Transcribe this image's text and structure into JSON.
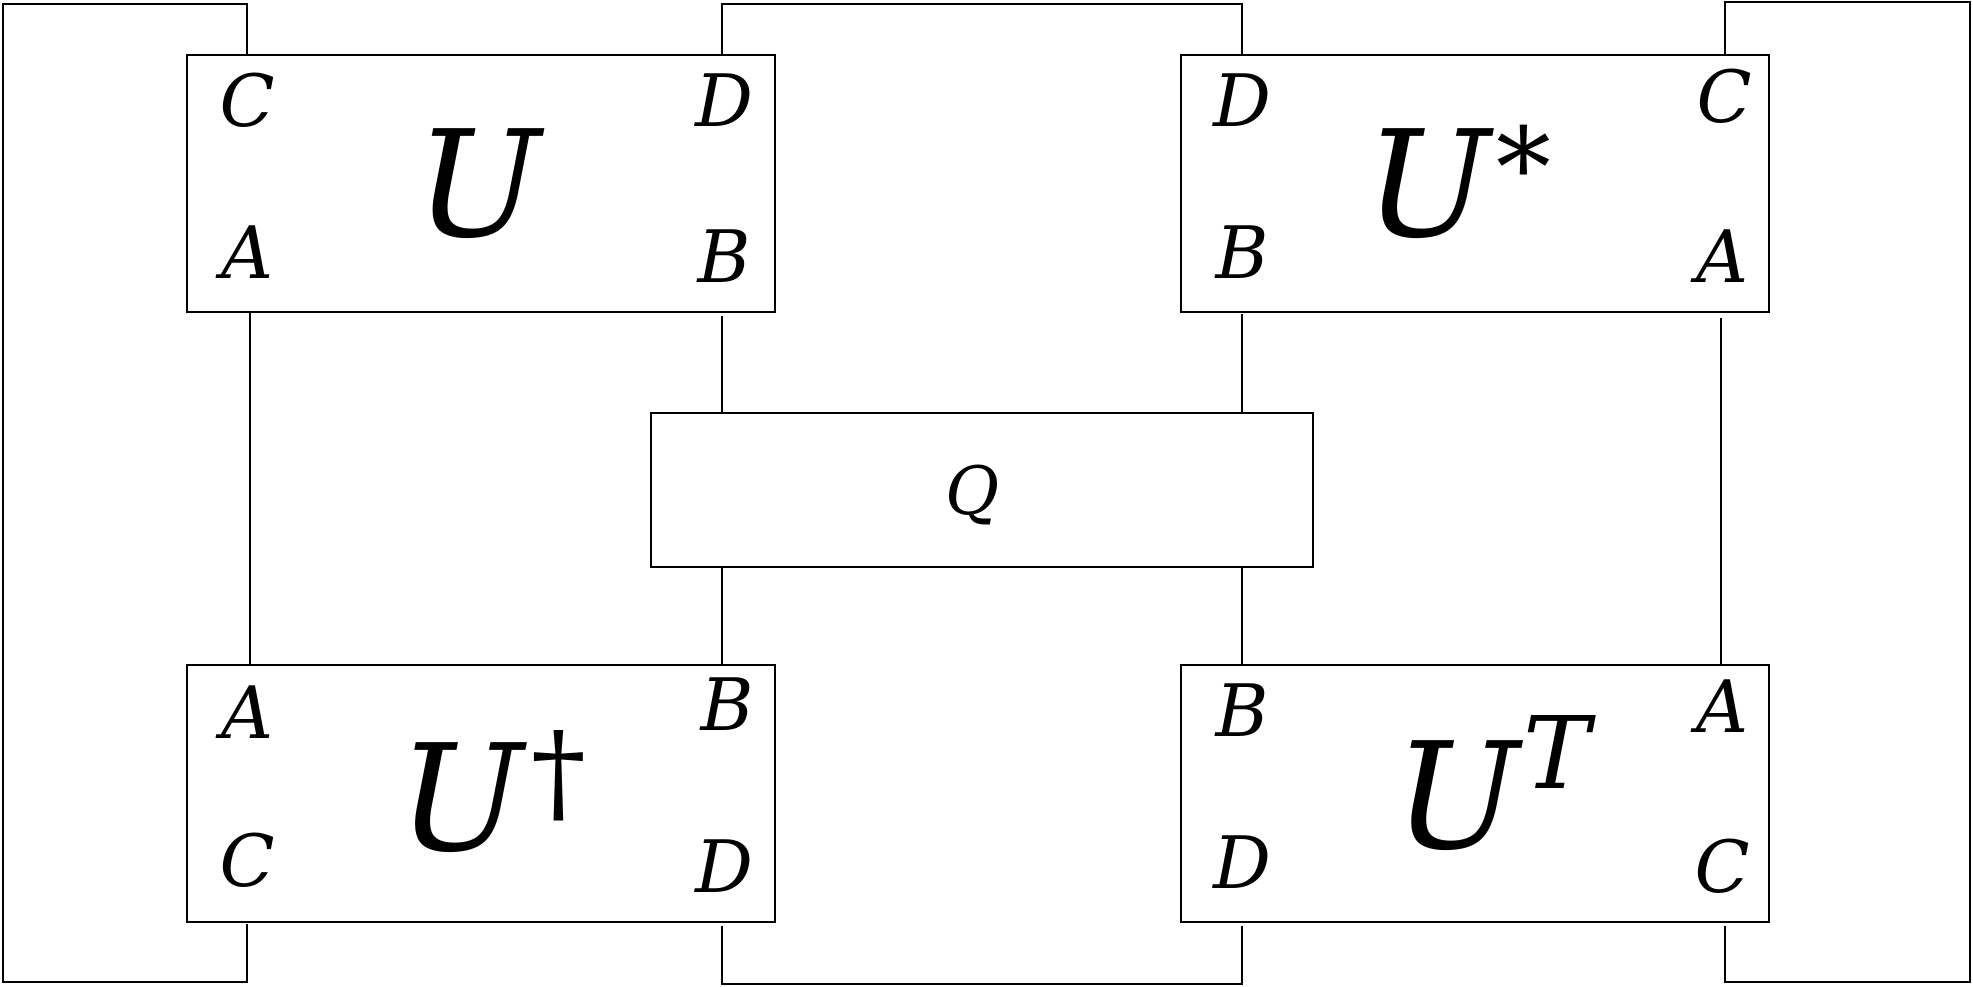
{
  "boxes": {
    "U": {
      "label": "U",
      "sup": "",
      "ports": {
        "tl": "C",
        "tr": "D",
        "bl": "A",
        "br": "B"
      }
    },
    "U_star": {
      "label": "U",
      "sup": "*",
      "ports": {
        "tl": "D",
        "tr": "C",
        "bl": "B",
        "br": "A"
      }
    },
    "U_dagger": {
      "label": "U",
      "sup": "†",
      "ports": {
        "tl": "A",
        "tr": "B",
        "bl": "C",
        "br": "D"
      }
    },
    "U_T": {
      "label": "U",
      "sup": "T",
      "ports": {
        "tl": "B",
        "tr": "A",
        "bl": "D",
        "br": "C"
      }
    },
    "Q": {
      "label": "Q"
    }
  }
}
